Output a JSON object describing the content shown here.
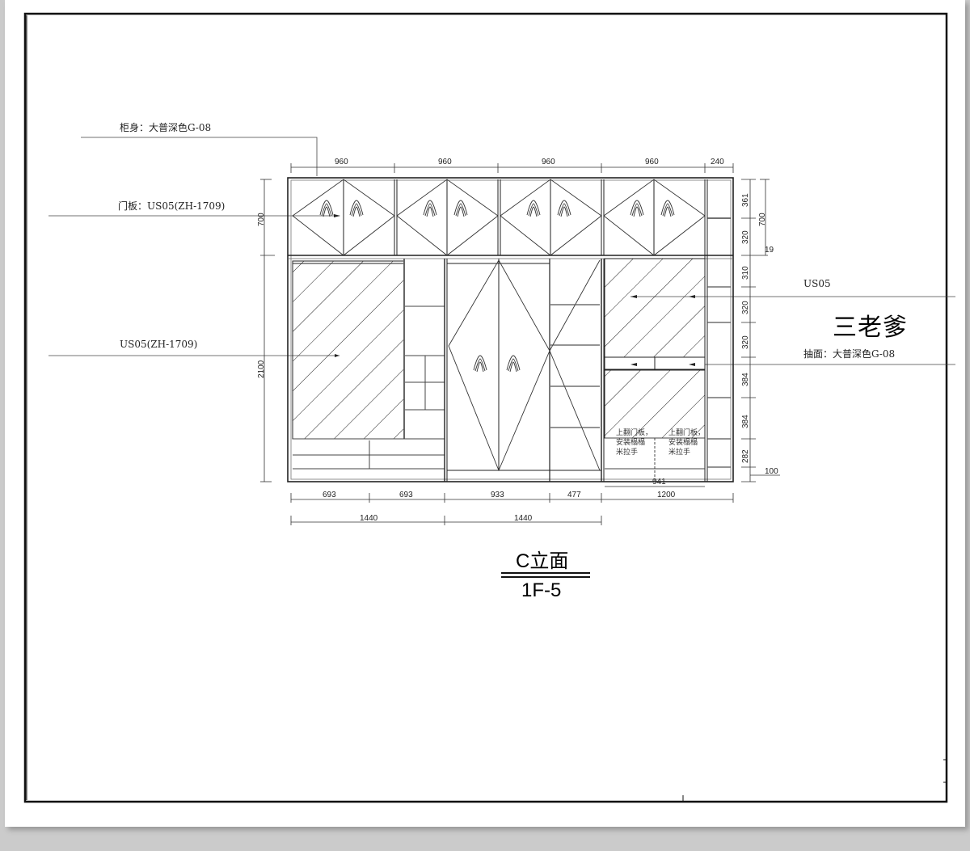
{
  "drawing": {
    "brand": "三老爹",
    "title": "C立面",
    "subtitle": "1F-5",
    "annotations": {
      "cabinet_body": "柜身：大普深色G-08",
      "door_panel": "门板：US05(ZH-1709)",
      "left_panel": "US05(ZH-1709)",
      "right_panel": "US05",
      "drawer_face": "抽面：大普深色G-08",
      "flip_door_note_1": "上翻门板，安装榻榻米拉手",
      "flip_door_note_2": "上翻门板，安装榻榻米拉手"
    },
    "flip_note_lines": [
      "上翻门板，",
      "安装榻榻",
      "米拉手"
    ],
    "dimensions": {
      "top": [
        "960",
        "960",
        "960",
        "960",
        "240"
      ],
      "bottom_row1": [
        "693",
        "693",
        "933",
        "477",
        "1200"
      ],
      "bottom_row1_inner": "941",
      "bottom_row2": [
        "1440",
        "1440"
      ],
      "left": [
        "700",
        "2100"
      ],
      "right": [
        "361",
        "320",
        "310",
        "320",
        "320",
        "384",
        "384",
        "282"
      ],
      "right_outer": [
        "700",
        "19",
        "100"
      ]
    },
    "colors": {
      "background": "#cbcbcb",
      "sheet": "#ffffff",
      "line": "#222222",
      "frame": "#111111"
    }
  }
}
